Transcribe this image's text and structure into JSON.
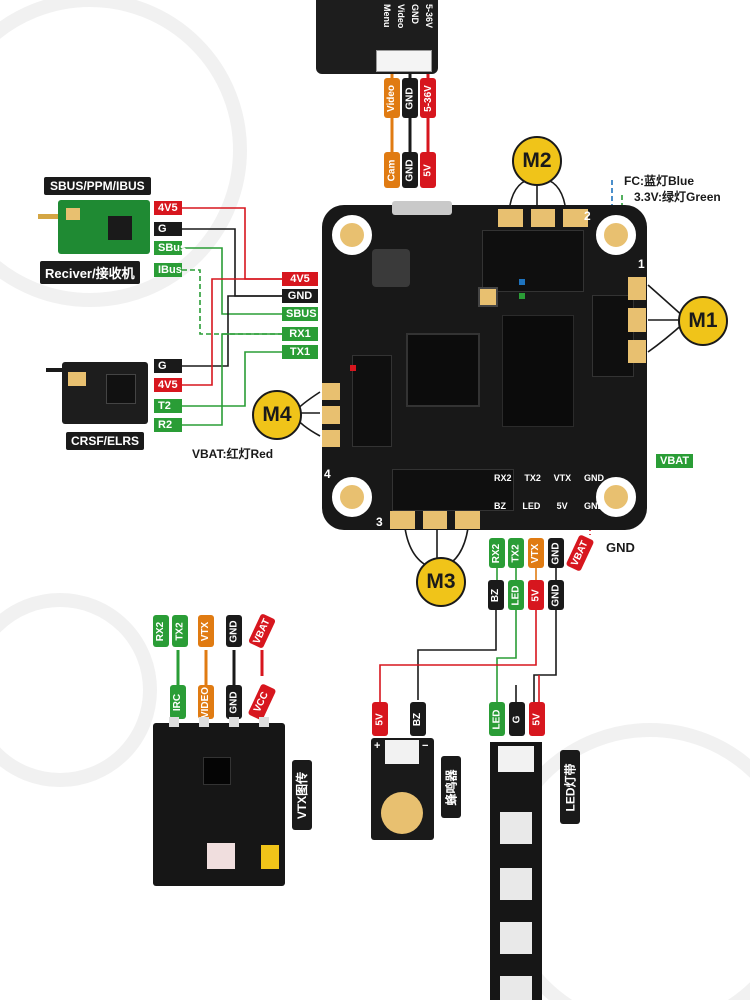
{
  "colors": {
    "red": "#d7161e",
    "black": "#1a1a1a",
    "green": "#2a9d36",
    "orange": "#e07b12",
    "yellow": "#f0c419",
    "blue": "#1e73be",
    "board": "#181818",
    "gold": "#e8c070"
  },
  "camera": {
    "pins": [
      "5-36V",
      "GND",
      "Video",
      "Menu"
    ],
    "wire_labels": [
      "Video",
      "GND",
      "5-36V"
    ],
    "end_labels": [
      "Cam",
      "GND",
      "5V"
    ]
  },
  "receiver_sbus": {
    "title": "SBUS/PPM/IBUS",
    "caption": "Reciver/接收机",
    "pins": [
      "4V5",
      "G",
      "SBus",
      "IBus"
    ]
  },
  "receiver_crsf": {
    "caption": "CRSF/ELRS",
    "pins": [
      "G",
      "4V5",
      "T2",
      "R2"
    ]
  },
  "fc_pads": [
    "4V5",
    "GND",
    "SBUS",
    "RX1",
    "TX1"
  ],
  "motors": [
    "M1",
    "M2",
    "M3",
    "M4"
  ],
  "led_notes": {
    "fc": "FC:蓝灯Blue",
    "v33": "3.3V:绿灯Green",
    "vbat": "VBAT:红灯Red"
  },
  "board_labels": {
    "vbat_pad": "VBAT",
    "gnd_pad": "GND",
    "bottom_pads": [
      "RX2",
      "TX2",
      "VTX",
      "GND"
    ],
    "bottom_pads2": [
      "BZ",
      "LED",
      "5V",
      "GND"
    ],
    "corner_2": "2",
    "corner_1": "1",
    "corner_3": "3",
    "corner_4": "4"
  },
  "bottom_wires": [
    "RX2",
    "TX2",
    "VTX",
    "GND",
    "VBAT"
  ],
  "bottom_wires2": [
    "BZ",
    "LED",
    "5V",
    "GND"
  ],
  "vtx": {
    "top_wires": [
      "RX2",
      "TX2",
      "VTX",
      "GND",
      "VBAT"
    ],
    "pins": [
      "IRC",
      "VIDEO",
      "GND",
      "VCC"
    ],
    "caption": "VTX图传"
  },
  "buzzer": {
    "pins": [
      "5V",
      "BZ"
    ],
    "plus": "+",
    "minus": "−",
    "caption": "蜂鸣器"
  },
  "ledstrip": {
    "pins": [
      "LED",
      "G",
      "5V"
    ],
    "caption": "LED灯带"
  }
}
